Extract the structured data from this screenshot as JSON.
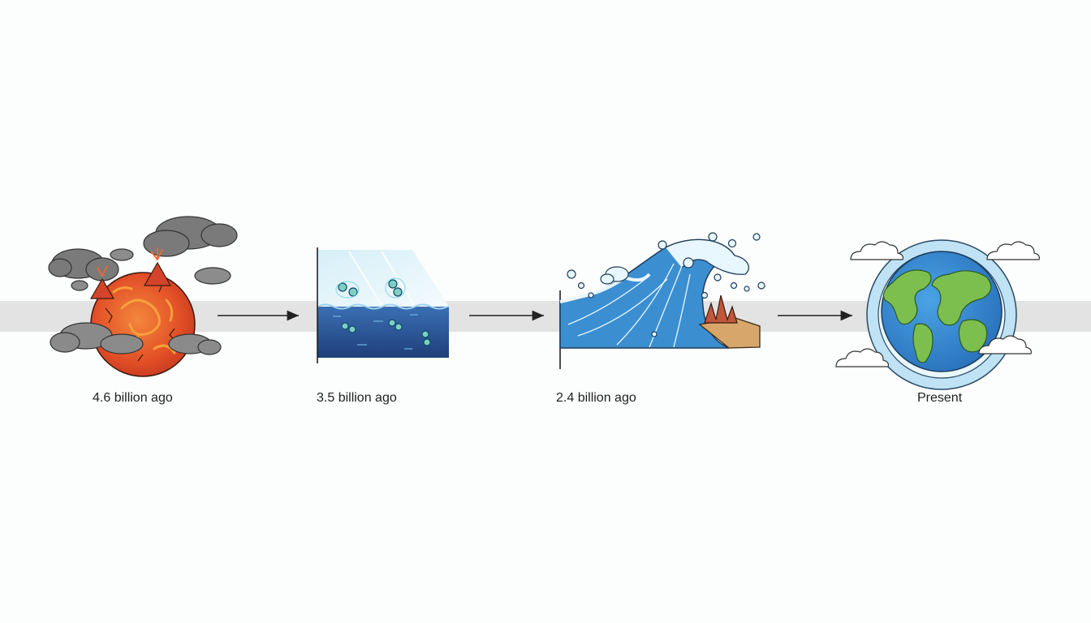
{
  "timeline": {
    "stages": [
      {
        "label": "4.6 billion ago",
        "icon": "volcanic-earth-icon"
      },
      {
        "label": "3.5 billion ago",
        "icon": "early-ocean-icon"
      },
      {
        "label": "2.4 billion ago",
        "icon": "ocean-wave-icon"
      },
      {
        "label": "Present",
        "icon": "modern-earth-icon"
      }
    ]
  },
  "colors": {
    "band": "#e3e3e3",
    "lava": "#e8532a",
    "smoke": "#6f6f6f",
    "deep_ocean": "#2d5aa0",
    "wave": "#3b8fd1",
    "land_green": "#7cbf4f",
    "earth_blue": "#3b8fd6",
    "atmosphere": "#bfe3f4"
  }
}
